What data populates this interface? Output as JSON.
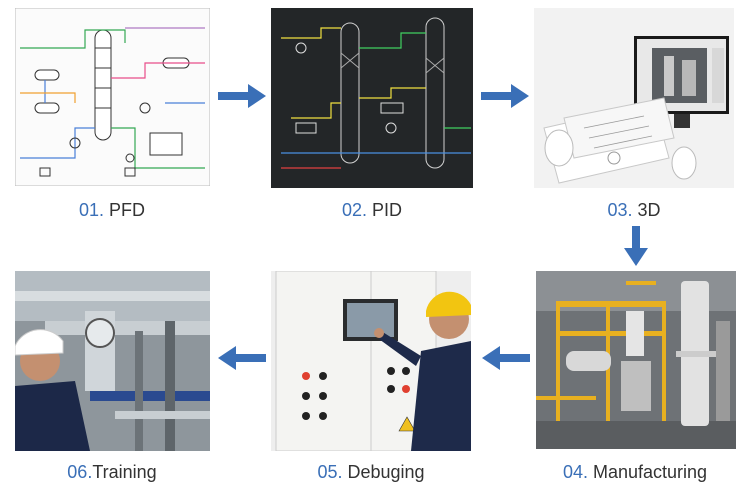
{
  "colors": {
    "accent": "#3a6fb7",
    "caption_text": "#333333"
  },
  "steps": [
    {
      "num": "01.",
      "label": "PFD",
      "caption": "01. PFD"
    },
    {
      "num": "02.",
      "label": "PID",
      "caption": "02. PID"
    },
    {
      "num": "03.",
      "label": "3D",
      "caption": "03. 3D"
    },
    {
      "num": "04.",
      "label": "Manufacturing",
      "caption": "04. Manufacturing"
    },
    {
      "num": "05.",
      "label": "Debuging",
      "caption": "05. Debuging"
    },
    {
      "num": "06.",
      "label": "Training",
      "caption": "06.Training"
    }
  ],
  "arrows": [
    {
      "from": "01",
      "to": "02",
      "direction": "right"
    },
    {
      "from": "02",
      "to": "03",
      "direction": "right"
    },
    {
      "from": "03",
      "to": "04",
      "direction": "down"
    },
    {
      "from": "04",
      "to": "05",
      "direction": "left"
    },
    {
      "from": "05",
      "to": "06",
      "direction": "left"
    }
  ]
}
